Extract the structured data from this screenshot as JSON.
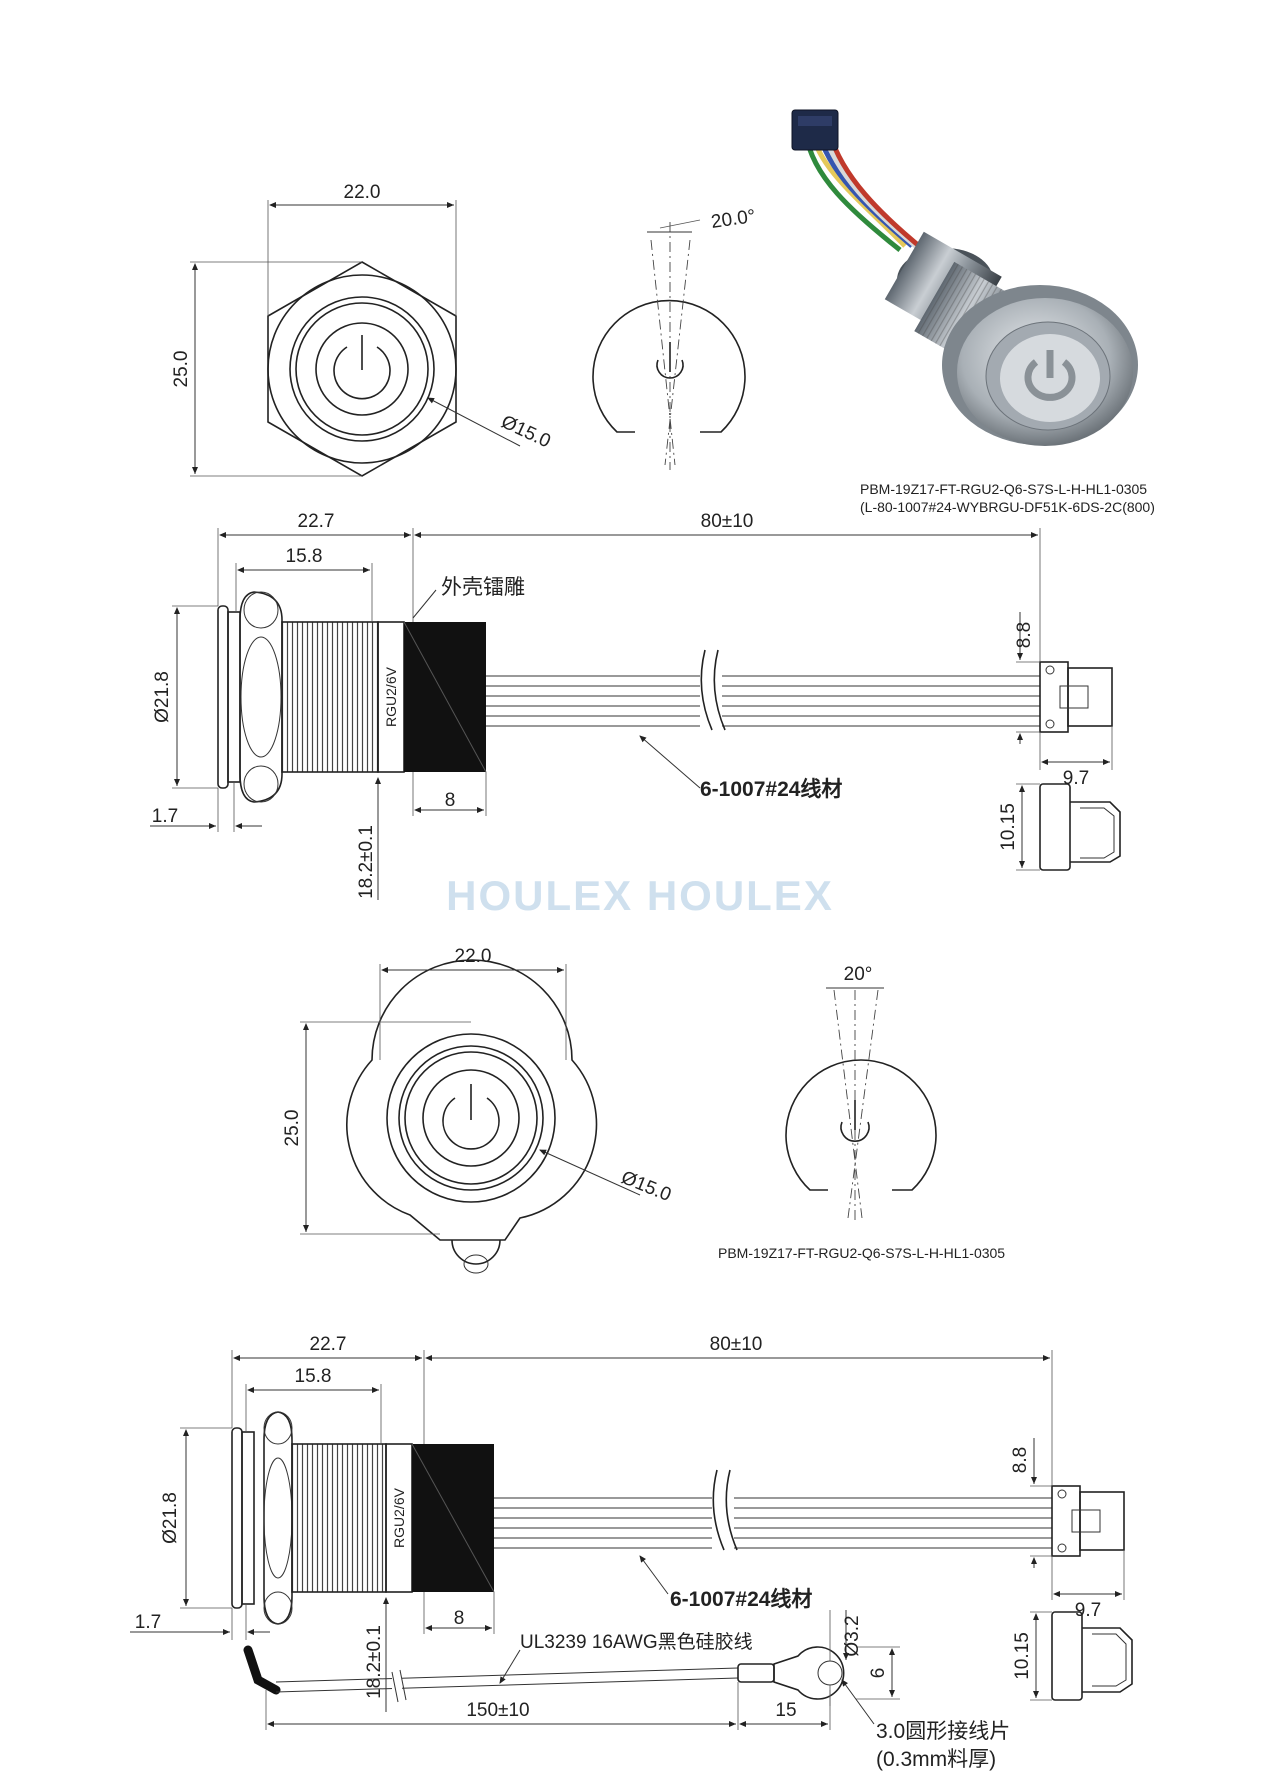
{
  "watermark": "HOULEX HOULEX",
  "photo": {
    "part_number": "PBM-19Z17-FT-RGU2-Q6-S7S-L-H-HL1-0305",
    "cable_spec": "(L-80-1007#24-WYBRGU-DF51K-6DS-2C(800)"
  },
  "view1_front": {
    "width": "22.0",
    "height": "25.0",
    "diameter": "Ø15.0",
    "angle": "20.0°"
  },
  "view1_side": {
    "length_total": "22.7",
    "thread_length": "15.8",
    "cable_length": "80±10",
    "engraving_note": "外壳镭雕",
    "diameter": "Ø21.8",
    "label_marking": "RGU2/6V",
    "flange": "1.7",
    "body_length": "8",
    "panel": "18.2±0.1",
    "wire_note": "6-1007#24线材",
    "connector_height": "8.8",
    "connector_length": "9.7",
    "connector_side": "10.15"
  },
  "view2_front": {
    "width": "22.0",
    "height": "25.0",
    "diameter": "Ø15.0",
    "angle": "20°",
    "part_number": "PBM-19Z17-FT-RGU2-Q6-S7S-L-H-HL1-0305"
  },
  "view2_side": {
    "length_total": "22.7",
    "thread_length": "15.8",
    "cable_length": "80±10",
    "diameter": "Ø21.8",
    "label_marking": "RGU2/6V",
    "flange": "1.7",
    "body_length": "8",
    "panel": "18.2±0.1",
    "wire_note": "6-1007#24线材",
    "connector_height": "8.8",
    "connector_length": "9.7",
    "connector_side": "10.15",
    "ground_wire_note": "UL3239 16AWG黑色硅胶线",
    "ring_hole": "Ø3.2",
    "ring_width": "6",
    "ground_length": "150±10",
    "ring_length": "15",
    "ring_note_1": "3.0圆形接线片",
    "ring_note_2": "(0.3mm料厚)"
  },
  "colors": {
    "line": "#333333",
    "body": "#111111",
    "watermark": "#cfe0ee"
  }
}
